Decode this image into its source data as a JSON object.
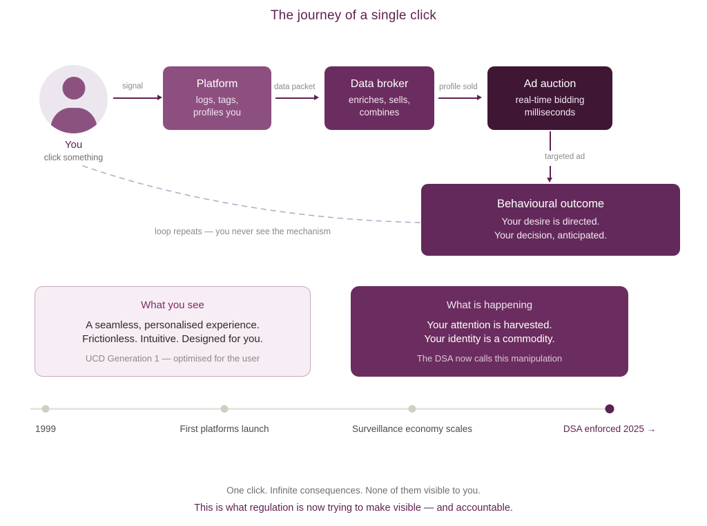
{
  "title": "The journey of a single click",
  "actor": {
    "label": "You",
    "sublabel": "click something",
    "icon": "user-avatar-icon"
  },
  "flow": {
    "nodes": [
      {
        "id": "platform",
        "title": "Platform",
        "lines": [
          "logs, tags,",
          "profiles you"
        ],
        "color": "#8d4f80"
      },
      {
        "id": "broker",
        "title": "Data broker",
        "lines": [
          "enriches, sells,",
          "combines"
        ],
        "color": "#6b2d5f"
      },
      {
        "id": "auction",
        "title": "Ad auction",
        "lines": [
          "real-time bidding",
          "milliseconds"
        ],
        "color": "#3f1634"
      },
      {
        "id": "outcome",
        "title": "Behavioural outcome",
        "lines": [
          "Your desire is directed.",
          "Your decision, anticipated."
        ],
        "color": "#63295a"
      }
    ],
    "connector_labels": {
      "signal": "signal",
      "data_packet": "data packet",
      "profile_sold": "profile sold",
      "targeted_ad": "targeted ad"
    },
    "loop_label": "loop repeats — you never see the mechanism"
  },
  "cards": [
    {
      "id": "what-you-see",
      "title": "What you see",
      "lines": [
        "A seamless, personalised experience.",
        "Frictionless. Intuitive. Designed for you."
      ],
      "footnote": "UCD Generation 1 — optimised for the user",
      "background": "#f7edf4",
      "border": "#c9a7c0"
    },
    {
      "id": "what-is-happening",
      "title": "What is happening",
      "lines": [
        "Your attention is harvested.",
        "Your identity is a commodity."
      ],
      "footnote": "The DSA now calls this manipulation",
      "background": "#6b2d5f"
    }
  ],
  "timeline": {
    "points": [
      {
        "label": "1999",
        "active": false
      },
      {
        "label": "First platforms launch",
        "active": false
      },
      {
        "label": "Surveillance economy scales",
        "active": false
      },
      {
        "label": "DSA enforced 2025 →",
        "active": true
      }
    ],
    "inactive_color": "#cbd2c3",
    "active_color": "#5e2151",
    "line_color": "#e4e6e0"
  },
  "footer": {
    "line1": "One click. Infinite consequences. None of them visible to you.",
    "line2": "This is what regulation is now trying to make visible — and accountable."
  }
}
